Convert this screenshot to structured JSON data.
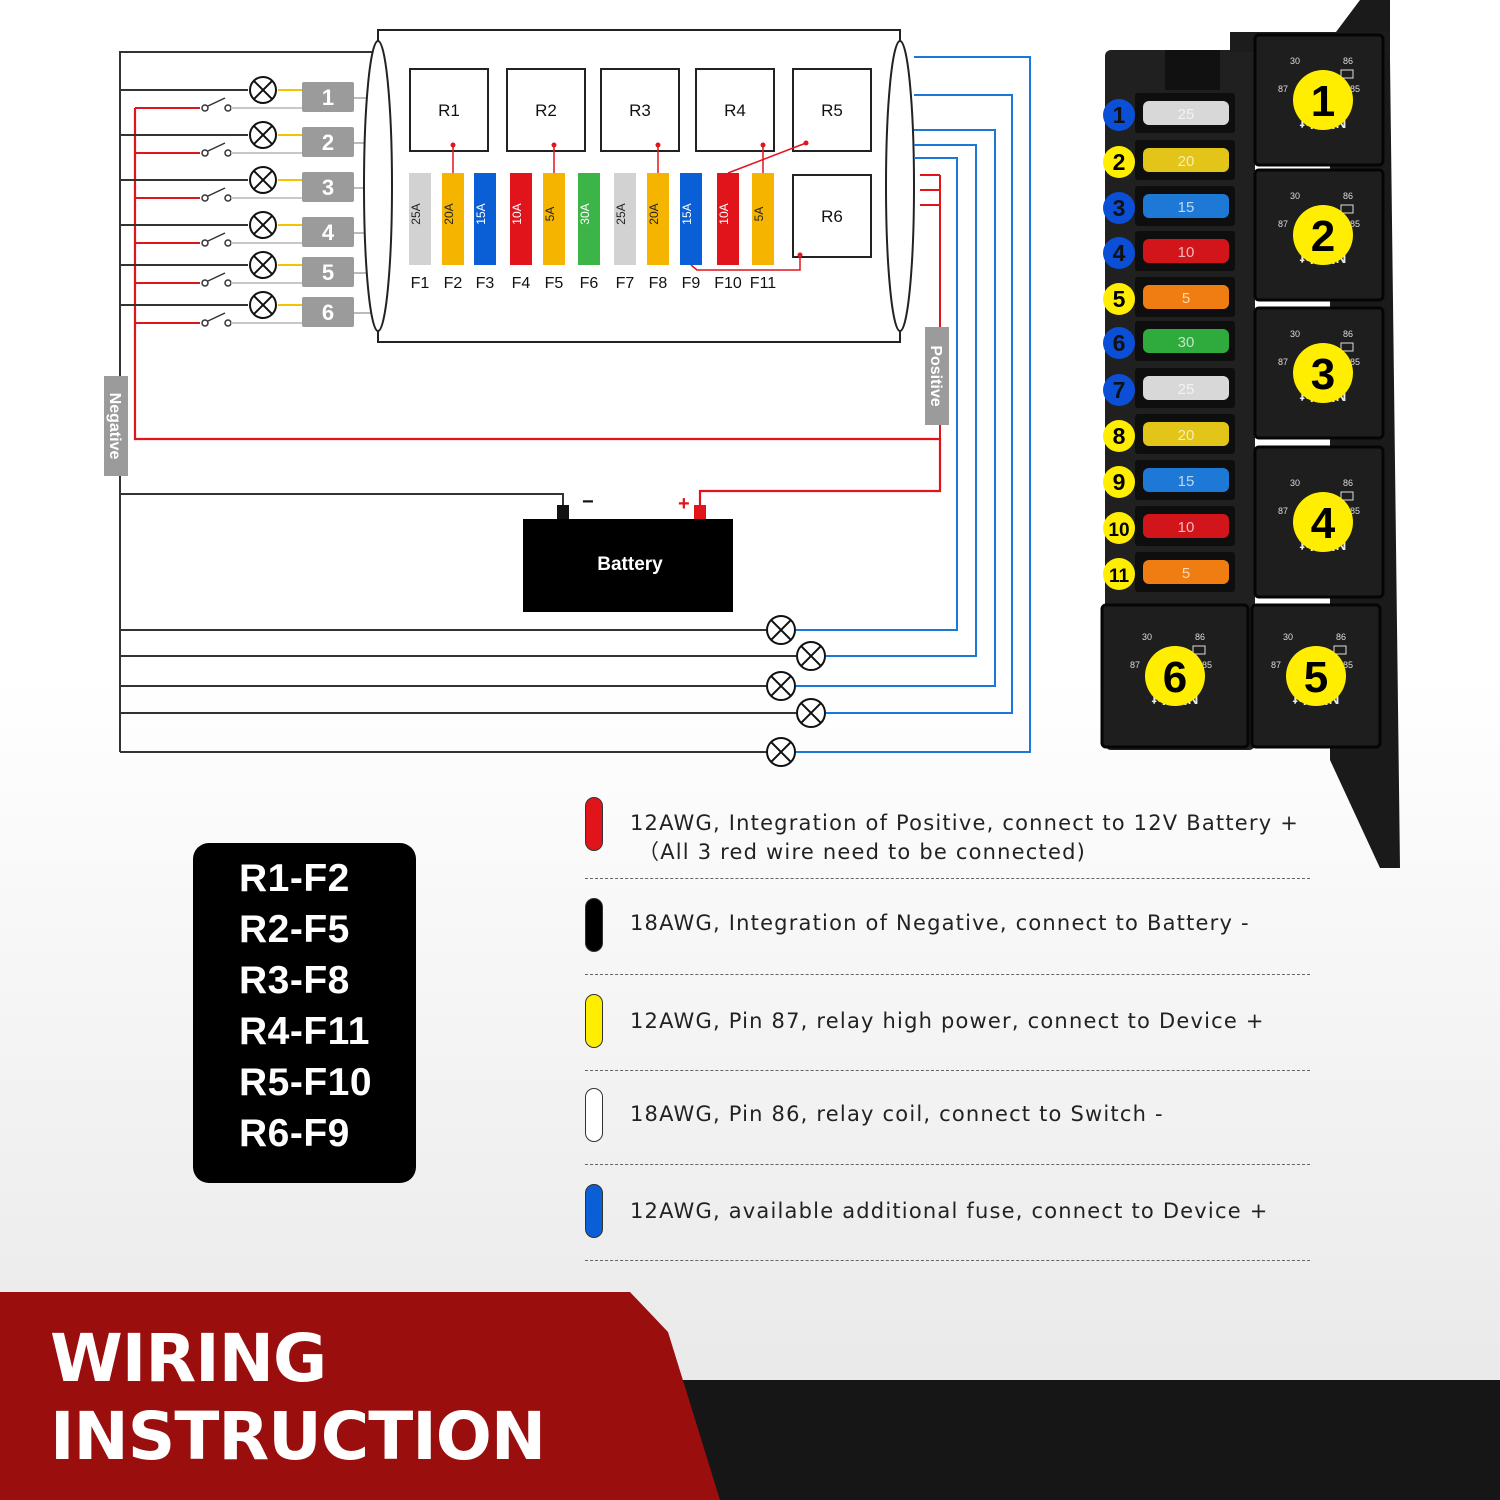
{
  "diagram": {
    "relays": [
      "R1",
      "R2",
      "R3",
      "R4",
      "R5",
      "R6"
    ],
    "fuses": [
      {
        "label": "F1",
        "rating": "25A",
        "color": "#d2d2d2"
      },
      {
        "label": "F2",
        "rating": "20A",
        "color": "#f5b400"
      },
      {
        "label": "F3",
        "rating": "15A",
        "color": "#0a5fd6"
      },
      {
        "label": "F4",
        "rating": "10A",
        "color": "#e2141b"
      },
      {
        "label": "F5",
        "rating": "5A",
        "color": "#f5b400"
      },
      {
        "label": "F6",
        "rating": "30A",
        "color": "#3db447"
      },
      {
        "label": "F7",
        "rating": "25A",
        "color": "#d2d2d2"
      },
      {
        "label": "F8",
        "rating": "20A",
        "color": "#f5b400"
      },
      {
        "label": "F9",
        "rating": "15A",
        "color": "#0a5fd6"
      },
      {
        "label": "F10",
        "rating": "10A",
        "color": "#e2141b"
      },
      {
        "label": "F11",
        "rating": "5A",
        "color": "#f5b400"
      }
    ],
    "switch_numbers": [
      "1",
      "2",
      "3",
      "4",
      "5",
      "6"
    ],
    "negative_label": "Negative",
    "positive_label": "Positive",
    "battery_label": "Battery",
    "battery_minus": "−",
    "battery_plus": "+",
    "relay_block_numbers": [
      "1",
      "2",
      "3",
      "4",
      "6",
      "5"
    ],
    "fuse_slot_numbers": [
      "1",
      "2",
      "3",
      "4",
      "5",
      "6",
      "7",
      "8",
      "9",
      "10",
      "11"
    ],
    "fuse_slot_values": [
      "25",
      "20",
      "15",
      "10",
      "5",
      "30",
      "25",
      "20",
      "15",
      "10",
      "5"
    ],
    "relay_pin_labels": [
      "30",
      "86",
      "87",
      "85"
    ],
    "relay_brand": "Nilight"
  },
  "mapping_lines": [
    "R1-F2",
    "R2-F5",
    "R3-F8",
    "R4-F11",
    "R5-F10",
    "R6-F9"
  ],
  "legend": [
    {
      "color": "#e2141b",
      "line1": "12AWG, Integration of Positive, connect to 12V Battery +",
      "line2": "（All 3 red wire need to be connected)"
    },
    {
      "color": "#000000",
      "line1": "18AWG, Integration of Negative, connect to Battery -",
      "line2": ""
    },
    {
      "color": "#ffee00",
      "line1": "12AWG, Pin 87, relay high power, connect to Device +",
      "line2": ""
    },
    {
      "color": "#ffffff",
      "line1": "18AWG, Pin 86, relay coil, connect to Switch -",
      "line2": ""
    },
    {
      "color": "#0a5fd6",
      "line1": "12AWG, available additional fuse, connect to Device +",
      "line2": ""
    }
  ],
  "banner": {
    "line1": "WIRING",
    "line2": "INSTRUCTION"
  }
}
